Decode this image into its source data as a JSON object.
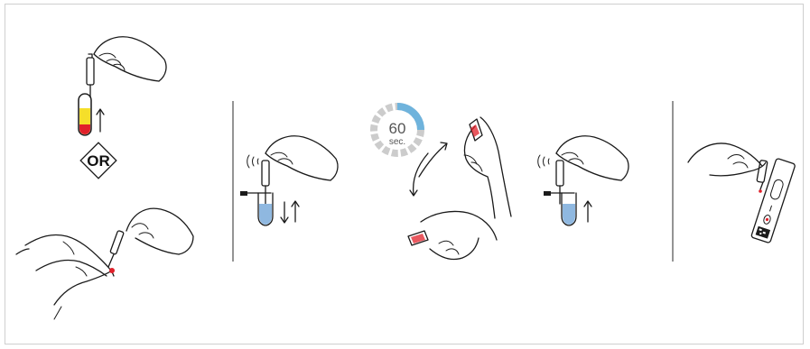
{
  "diagram": {
    "or_label": "OR",
    "timer": {
      "value": "60",
      "unit": "sec.",
      "progress_fraction": 0.25,
      "accent_color": "#6fb3dc",
      "track_color": "#cccccc"
    },
    "colors": {
      "blood_red": "#e0202a",
      "tube_yellow": "#f5df2a",
      "buffer_blue": "#8fb8e0",
      "line": "#1a1a1a"
    },
    "icons": [
      "hand-holding-pipette-icon",
      "blood-tube-icon",
      "finger-prick-icon",
      "vibration-icon",
      "buffer-tube-icon",
      "up-arrow-icon",
      "down-arrow-icon",
      "rotate-arrows-icon",
      "test-cassette-icon"
    ]
  }
}
